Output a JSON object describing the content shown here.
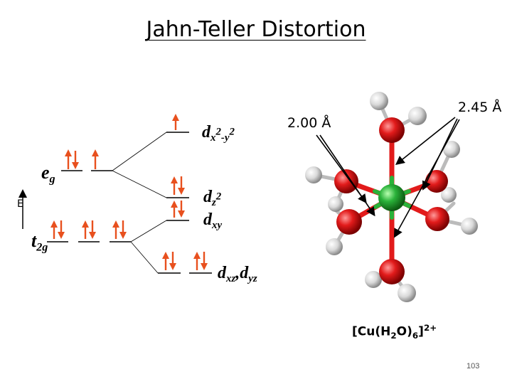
{
  "title": "Jahn-Teller Distortion",
  "energy_axis_label": "E",
  "left_levels": {
    "eg": {
      "main": "e",
      "sub": "g"
    },
    "t2g": {
      "main": "t",
      "sub": "2g"
    }
  },
  "right_levels": {
    "dx2y2": {
      "main": "d",
      "sub": "x",
      "sup1": "2",
      "mid": "-y",
      "sup2": "2"
    },
    "dz2": {
      "main": "d",
      "sub": "z",
      "sup": "2"
    },
    "dxy": {
      "main": "d",
      "sub": "xy"
    },
    "dxz_dyz": {
      "main1": "d",
      "sub1": "xz",
      "sep": ",",
      "main2": "d",
      "sub2": "yz"
    }
  },
  "bond_labels": {
    "short": "2.00 Å",
    "long": "2.45 Å"
  },
  "formula": {
    "a": "[Cu(H",
    "sub1": "2",
    "b": "O)",
    "sub2": "6",
    "c": "]",
    "sup": "2+"
  },
  "page_number": "103",
  "colors": {
    "electron_arrow": "#e8501e",
    "oxygen": "#e21b1b",
    "copper": "#2ab23a",
    "hydrogen": "#d9d9d9",
    "bond_arrow": "#000000"
  }
}
